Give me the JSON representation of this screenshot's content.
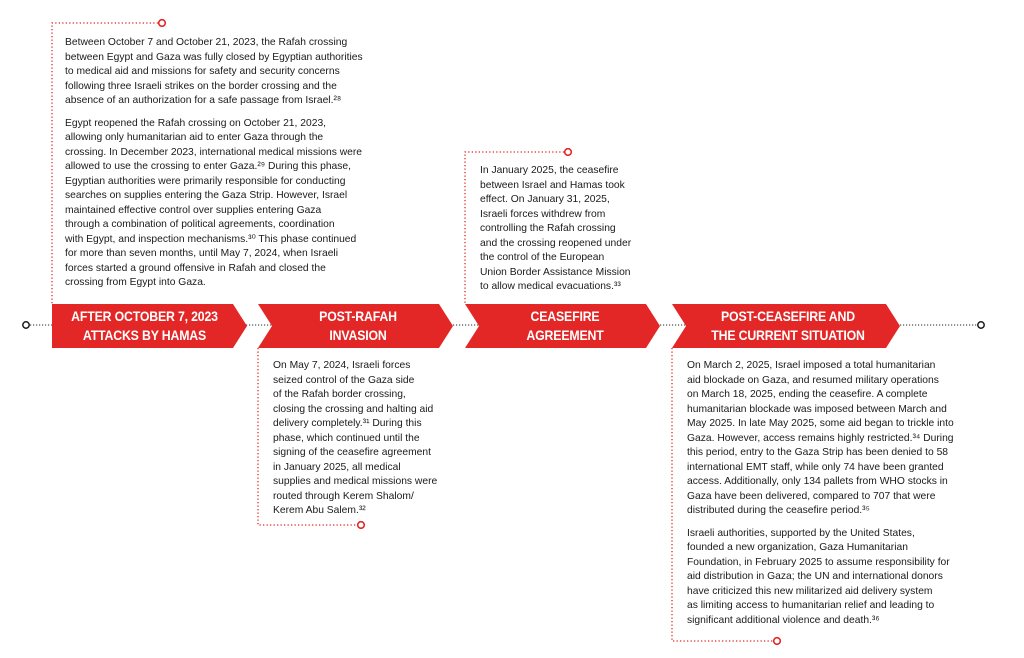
{
  "colors": {
    "accent": "#e32726",
    "text": "#1a1a1a",
    "endpoint": "#1a1a1a"
  },
  "phases": [
    {
      "label_lines": [
        "AFTER OCTOBER 7, 2023",
        "ATTACKS BY HAMAS"
      ],
      "paragraphs": [
        [
          "Between October 7 and October 21, 2023,  the Rafah crossing",
          "between Egypt and Gaza was fully closed by Egyptian authorities",
          "to medical aid and missions for safety and security concerns",
          "following three Israeli strikes on the border crossing and the",
          "absence of an authorization for a safe passage from Israel.²⁸"
        ],
        [
          "Egypt reopened the Rafah crossing on October 21, 2023,",
          "allowing only humanitarian aid to enter Gaza through the",
          "crossing. In December 2023, international medical missions were",
          "allowed to use the crossing to enter Gaza.²⁹ During this phase,",
          "Egyptian authorities were primarily responsible for conducting",
          "searches on supplies entering the Gaza Strip. However, Israel",
          "maintained effective control over supplies entering Gaza",
          "through a combination of political agreements, coordination",
          "with Egypt, and inspection mechanisms.³⁰ This phase continued",
          "for more than seven months, until May 7, 2024, when Israeli",
          "forces started a ground offensive in Rafah and closed the",
          "crossing from Egypt into Gaza."
        ]
      ]
    },
    {
      "label_lines": [
        "POST-RAFAH",
        "INVASION"
      ],
      "paragraphs": [
        [
          "On May 7, 2024, Israeli forces",
          "seized control of the Gaza side",
          "of the Rafah border crossing,",
          "closing the crossing and halting aid",
          "delivery completely.³¹ During this",
          "phase, which continued until the",
          "signing of the ceasefire agreement",
          "in January 2025, all medical",
          "supplies and medical missions were",
          "routed through Kerem Shalom/",
          "Kerem Abu Salem.³²"
        ]
      ]
    },
    {
      "label_lines": [
        "CEASEFIRE",
        "AGREEMENT"
      ],
      "paragraphs": [
        [
          "In January 2025, the ceasefire",
          "between Israel and Hamas took",
          "effect. On January 31, 2025,",
          "Israeli forces withdrew from",
          "controlling the Rafah crossing",
          "and the crossing reopened under",
          "the control of the European",
          "Union Border Assistance Mission",
          "to allow medical evacuations.³³"
        ]
      ]
    },
    {
      "label_lines": [
        "POST-CEASEFIRE AND",
        "THE CURRENT SITUATION"
      ],
      "paragraphs": [
        [
          "On March 2, 2025, Israel imposed a total humanitarian",
          "aid blockade on Gaza, and resumed military operations",
          "on March 18, 2025, ending the ceasefire. A complete",
          "humanitarian blockade was imposed between March and",
          "May 2025. In late May 2025, some aid began to trickle into",
          "Gaza. However, access remains highly restricted.³⁴ During",
          "this period, entry to the Gaza Strip has been denied to 58",
          "international EMT staff, while only 74 have been granted",
          "access. Additionally, only 134 pallets from WHO stocks in",
          "Gaza have been delivered, compared to 707 that were",
          "distributed during the ceasefire period.³⁵"
        ],
        [
          "Israeli authorities, supported by the United States,",
          "founded a new organization, Gaza Humanitarian",
          "Foundation, in February 2025 to assume responsibility for",
          "aid distribution in Gaza; the UN and international donors",
          "have criticized this new militarized aid delivery system",
          "as limiting access to humanitarian relief and leading to",
          "significant additional violence and death.³⁶"
        ]
      ]
    }
  ]
}
